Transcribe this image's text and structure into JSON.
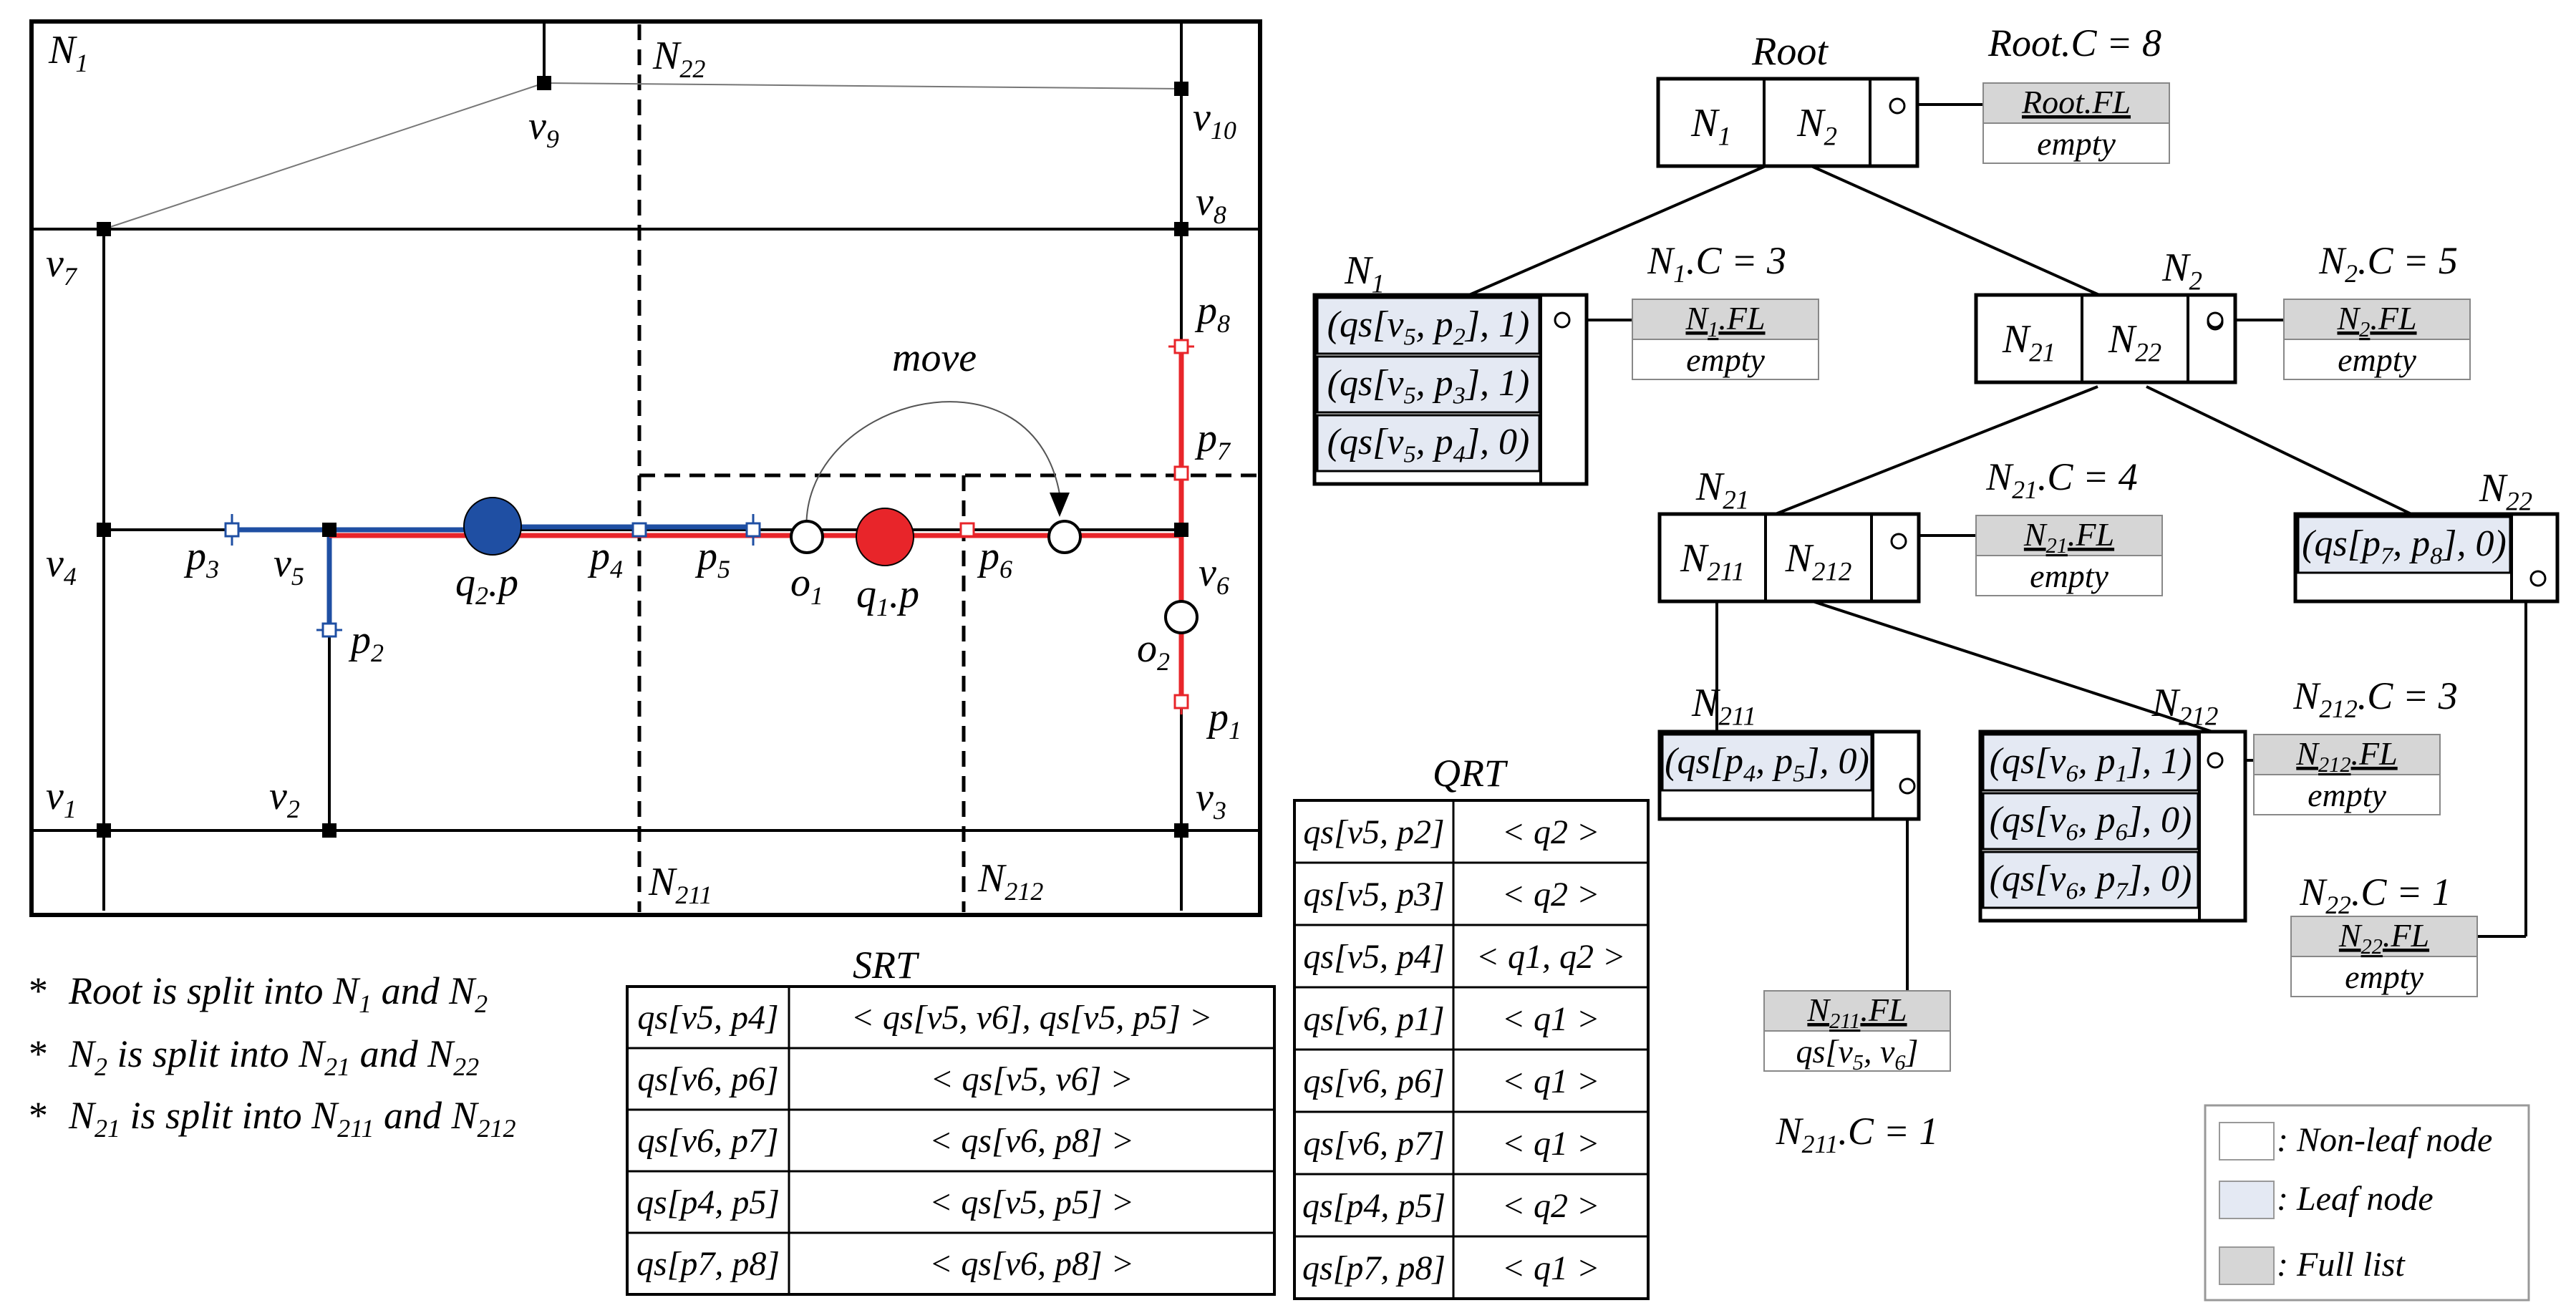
{
  "map": {
    "regions": [
      {
        "id": "N1",
        "label": "N",
        "sub": "1"
      },
      {
        "id": "N22",
        "label": "N",
        "sub": "22"
      },
      {
        "id": "N211",
        "label": "N",
        "sub": "211"
      },
      {
        "id": "N212",
        "label": "N",
        "sub": "212"
      }
    ],
    "vertices": [
      {
        "id": "v1",
        "label": "v",
        "sub": "1"
      },
      {
        "id": "v2",
        "label": "v",
        "sub": "2"
      },
      {
        "id": "v3",
        "label": "v",
        "sub": "3"
      },
      {
        "id": "v4",
        "label": "v",
        "sub": "4"
      },
      {
        "id": "v5",
        "label": "v",
        "sub": "5"
      },
      {
        "id": "v6",
        "label": "v",
        "sub": "6"
      },
      {
        "id": "v7",
        "label": "v",
        "sub": "7"
      },
      {
        "id": "v8",
        "label": "v",
        "sub": "8"
      },
      {
        "id": "v9",
        "label": "v",
        "sub": "9"
      },
      {
        "id": "v10",
        "label": "v",
        "sub": "10"
      }
    ],
    "points": [
      {
        "id": "p1",
        "label": "p",
        "sub": "1"
      },
      {
        "id": "p2",
        "label": "p",
        "sub": "2"
      },
      {
        "id": "p3",
        "label": "p",
        "sub": "3"
      },
      {
        "id": "p4",
        "label": "p",
        "sub": "4"
      },
      {
        "id": "p5",
        "label": "p",
        "sub": "5"
      },
      {
        "id": "p6",
        "label": "p",
        "sub": "6"
      },
      {
        "id": "p7",
        "label": "p",
        "sub": "7"
      },
      {
        "id": "p8",
        "label": "p",
        "sub": "8"
      }
    ],
    "objects": [
      {
        "id": "o1",
        "label": "o",
        "sub": "1"
      },
      {
        "id": "o2",
        "label": "o",
        "sub": "2"
      }
    ],
    "queries": [
      {
        "id": "q1",
        "label": "q",
        "sub": "1",
        "suffix": ".p",
        "color": "#e8252a"
      },
      {
        "id": "q2",
        "label": "q",
        "sub": "2",
        "suffix": ".p",
        "color": "#1f4fa3"
      }
    ],
    "move_label": "move",
    "colors": {
      "red": "#e8252a",
      "blue": "#1f4fa3",
      "leaf": "#e4e9f3",
      "full": "#d6d6d6"
    }
  },
  "notes": [
    [
      "Root is split into N",
      "1",
      " and N",
      "2",
      ""
    ],
    [
      "N",
      "2",
      " is split into N",
      "21",
      " and N",
      "22",
      ""
    ],
    [
      "N",
      "21",
      " is split into N",
      "211",
      " and N",
      "212",
      ""
    ]
  ],
  "srt": {
    "title": "SRT",
    "rows": [
      {
        "key": "qs[v5, p4]",
        "value": "< qs[v5, v6], qs[v5, p5] >"
      },
      {
        "key": "qs[v6, p6]",
        "value": "< qs[v5, v6] >"
      },
      {
        "key": "qs[v6, p7]",
        "value": "< qs[v6, p8] >"
      },
      {
        "key": "qs[p4, p5]",
        "value": "< qs[v5, p5] >"
      },
      {
        "key": "qs[p7, p8]",
        "value": "< qs[v6, p8] >"
      }
    ]
  },
  "qrt": {
    "title": "QRT",
    "rows": [
      {
        "key": "qs[v5, p2]",
        "value": "< q2 >"
      },
      {
        "key": "qs[v5, p3]",
        "value": "< q2 >"
      },
      {
        "key": "qs[v5, p4]",
        "value": "< q1, q2 >"
      },
      {
        "key": "qs[v6, p1]",
        "value": "< q1 >"
      },
      {
        "key": "qs[v6, p6]",
        "value": "< q1 >"
      },
      {
        "key": "qs[v6, p7]",
        "value": "< q1 >"
      },
      {
        "key": "qs[p4, p5]",
        "value": "< q2 >"
      },
      {
        "key": "qs[p7, p8]",
        "value": "< q1 >"
      }
    ]
  },
  "tree": {
    "root": {
      "title": "Root",
      "cells": [
        "N1",
        "N2"
      ],
      "count": "Root.C = 8",
      "fl_label": "Root.FL",
      "fl_value": "empty"
    },
    "N1": {
      "title": "N1",
      "entries": [
        "(qs[v5, p2], 1)",
        "(qs[v5, p3], 1)",
        "(qs[v5, p4], 0)"
      ],
      "count": "N1.C = 3",
      "fl_label": "N1.FL",
      "fl_value": "empty"
    },
    "N2": {
      "title": "N2",
      "cells": [
        "N21",
        "N22"
      ],
      "count": "N2.C = 5",
      "fl_label": "N2.FL",
      "fl_value": "empty"
    },
    "N21": {
      "title": "N21",
      "cells": [
        "N211",
        "N212"
      ],
      "count": "N21.C = 4",
      "fl_label": "N21.FL",
      "fl_value": "empty"
    },
    "N22": {
      "title": "N22",
      "entries": [
        "(qs[p7, p8], 0)"
      ],
      "count": "N22.C = 1",
      "fl_label": "N22.FL",
      "fl_value": "empty"
    },
    "N211": {
      "title": "N211",
      "entries": [
        "(qs[p4, p5], 0)"
      ],
      "count": "N211.C = 1",
      "fl_label": "N211.FL",
      "fl_value": "qs[v5, v6]"
    },
    "N212": {
      "title": "N212",
      "entries": [
        "(qs[v6, p1], 1)",
        "(qs[v6, p6], 0)",
        "(qs[v6, p7], 0)"
      ],
      "count": "N212.C = 3",
      "fl_label": "N212.FL",
      "fl_value": "empty"
    }
  },
  "legend": [
    {
      "label": ": Non-leaf node",
      "fill": "#ffffff"
    },
    {
      "label": ": Leaf node",
      "fill": "#e4e9f3"
    },
    {
      "label": ": Full list",
      "fill": "#d6d6d6"
    }
  ]
}
